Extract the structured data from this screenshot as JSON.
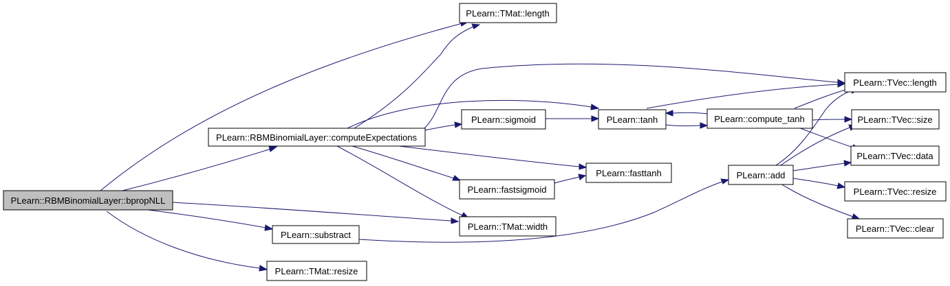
{
  "graph": {
    "colors": {
      "edge": "#191970",
      "root_fill": "#bfbfbf",
      "node_fill": "#ffffff",
      "border": "#000000"
    },
    "nodes": {
      "bpropNLL": "PLearn::RBMBinomialLayer::bpropNLL",
      "computeExpectations": "PLearn::RBMBinomialLayer::computeExpectations",
      "substract": "PLearn::substract",
      "tmat_resize": "PLearn::TMat::resize",
      "tmat_length": "PLearn::TMat::length",
      "tmat_width": "PLearn::TMat::width",
      "sigmoid": "PLearn::sigmoid",
      "fastsigmoid": "PLearn::fastsigmoid",
      "tanh": "PLearn::tanh",
      "fasttanh": "PLearn::fasttanh",
      "compute_tanh": "PLearn::compute_tanh",
      "add": "PLearn::add",
      "tvec_length": "PLearn::TVec::length",
      "tvec_size": "PLearn::TVec::size",
      "tvec_data": "PLearn::TVec::data",
      "tvec_resize": "PLearn::TVec::resize",
      "tvec_clear": "PLearn::TVec::clear"
    },
    "edges": [
      {
        "from": "bpropNLL",
        "to": "tmat_length"
      },
      {
        "from": "bpropNLL",
        "to": "computeExpectations"
      },
      {
        "from": "bpropNLL",
        "to": "tmat_width"
      },
      {
        "from": "bpropNLL",
        "to": "substract"
      },
      {
        "from": "bpropNLL",
        "to": "tmat_resize"
      },
      {
        "from": "computeExpectations",
        "to": "tmat_length"
      },
      {
        "from": "computeExpectations",
        "to": "tanh"
      },
      {
        "from": "computeExpectations",
        "to": "tvec_length"
      },
      {
        "from": "computeExpectations",
        "to": "sigmoid"
      },
      {
        "from": "computeExpectations",
        "to": "fasttanh"
      },
      {
        "from": "computeExpectations",
        "to": "fastsigmoid"
      },
      {
        "from": "computeExpectations",
        "to": "tmat_width"
      },
      {
        "from": "sigmoid",
        "to": "tanh"
      },
      {
        "from": "fastsigmoid",
        "to": "fasttanh"
      },
      {
        "from": "tanh",
        "to": "tvec_length"
      },
      {
        "from": "tanh",
        "to": "compute_tanh"
      },
      {
        "from": "compute_tanh",
        "to": "tanh"
      },
      {
        "from": "compute_tanh",
        "to": "tvec_length"
      },
      {
        "from": "compute_tanh",
        "to": "tvec_size"
      },
      {
        "from": "compute_tanh",
        "to": "tvec_data"
      },
      {
        "from": "substract",
        "to": "add"
      },
      {
        "from": "add",
        "to": "tvec_length"
      },
      {
        "from": "add",
        "to": "tvec_size"
      },
      {
        "from": "add",
        "to": "tvec_data"
      },
      {
        "from": "add",
        "to": "tvec_resize"
      },
      {
        "from": "add",
        "to": "tvec_clear"
      }
    ]
  }
}
